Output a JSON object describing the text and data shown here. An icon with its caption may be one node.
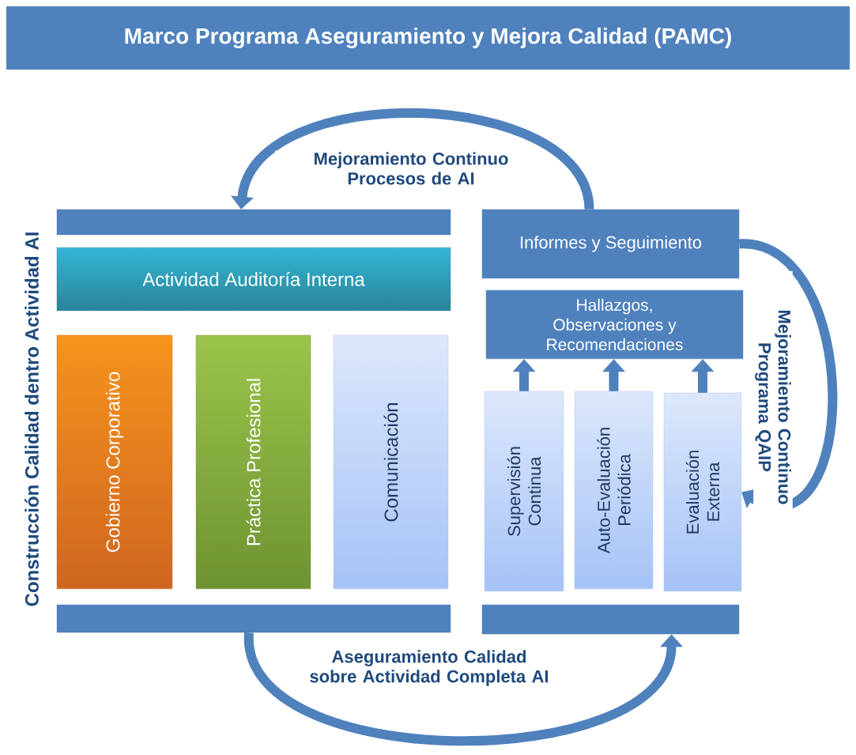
{
  "diagram": {
    "title": "Marco Programa Aseguramiento y Mejora Calidad (PAMC)",
    "nodes": [
      {
        "text": [],
        "shape": "bar"
      },
      {
        "text": [
          "Actividad Auditoría Interna"
        ]
      },
      {
        "text": [
          "Gobierno Corporativo"
        ]
      },
      {
        "text": [
          "Práctica Profesional"
        ]
      },
      {
        "text": [
          "Comunicación"
        ]
      },
      {
        "text": [],
        "shape": "bar"
      },
      {
        "text": [
          "Informes y Seguimiento"
        ]
      },
      {
        "text": [
          "Hallazgos, Observaciones y Recomendaciones"
        ]
      },
      {
        "text": [
          "Supervisión Continua"
        ]
      },
      {
        "text": [
          "Auto-Evaluación Periódica"
        ]
      },
      {
        "text": [
          "Evaluación Externa"
        ]
      },
      {
        "text": [],
        "shape": "bar"
      }
    ],
    "edges": [
      {
        "from": 8,
        "to": 7,
        "arrow": "to"
      },
      {
        "from": 9,
        "to": 7,
        "arrow": "to"
      },
      {
        "from": 10,
        "to": 7,
        "arrow": "to"
      },
      {
        "from": 6,
        "to": 0,
        "arrow": "to",
        "label": "Mejoramiento Continuo Procesos de AI"
      },
      {
        "from": 6,
        "to": 10,
        "arrow": "to",
        "label": "Mejoramiento Continuo Programa QAIP"
      },
      {
        "from": 5,
        "to": 11,
        "arrow": "to",
        "label": "Aseguramiento Calidad sobre Actividad Completa AI"
      }
    ],
    "labels": [
      "Construcción Calidad dentro Actividad AI"
    ]
  }
}
